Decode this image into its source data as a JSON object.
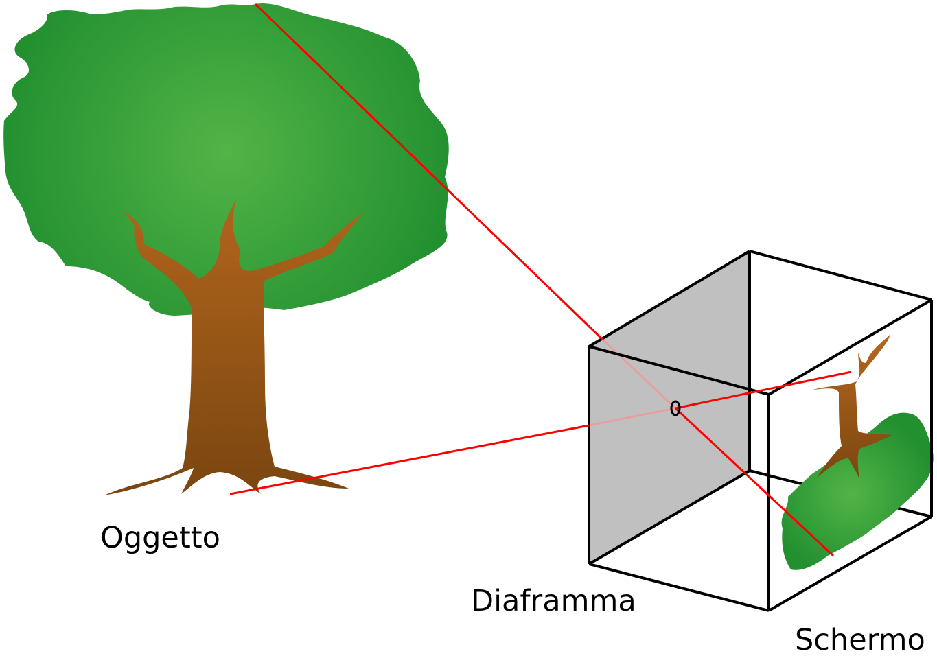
{
  "labels": {
    "object": "Oggetto",
    "aperture": "Diaframma",
    "screen": "Schermo"
  },
  "colors": {
    "foliage": "#2a9a32",
    "foliage_center": "#52b447",
    "trunk_top": "#a85f1b",
    "trunk_bottom": "#7a4610",
    "ray": "#ff0000",
    "panel": "#bdbdbd",
    "edge": "#000000"
  }
}
